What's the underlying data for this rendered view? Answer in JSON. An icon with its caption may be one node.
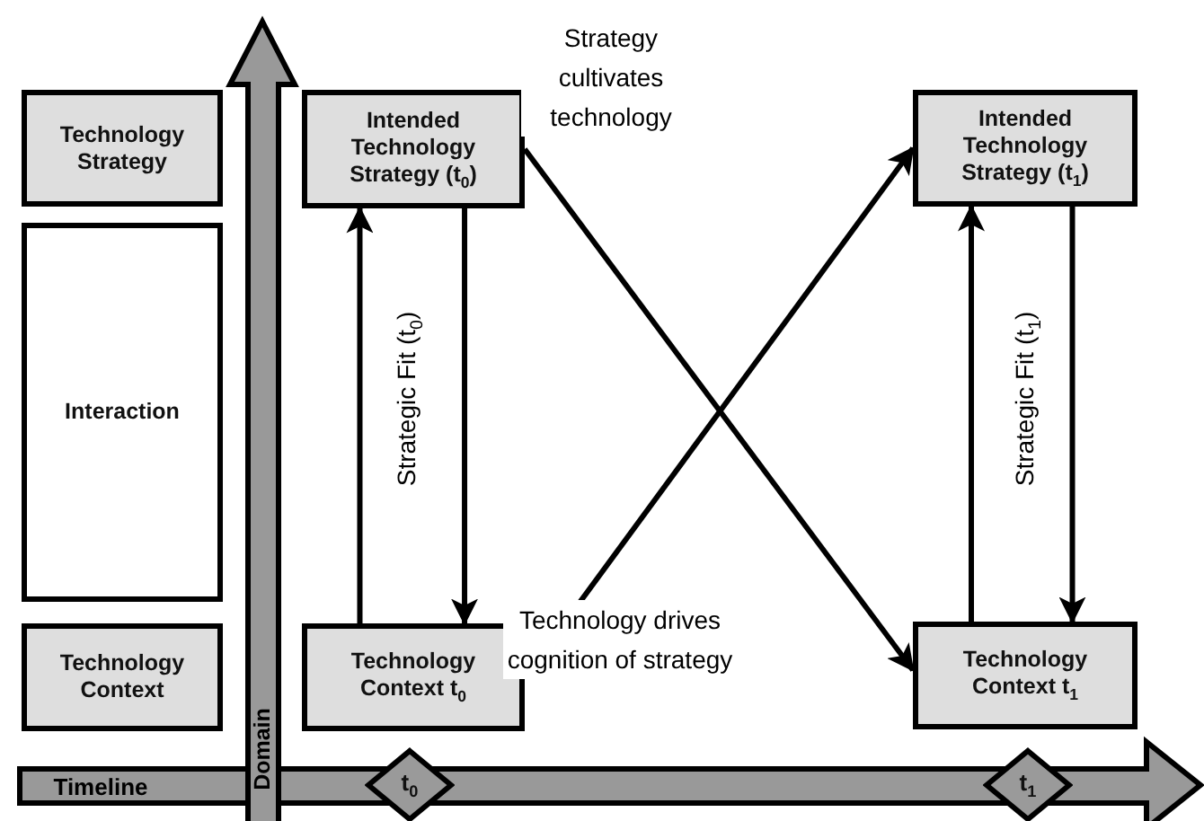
{
  "diagram": {
    "nodes": [
      {
        "text": [
          "Technology Strategy"
        ]
      },
      {
        "text": [
          "Interaction"
        ]
      },
      {
        "text": [
          "Technology Context"
        ]
      },
      {
        "text": [
          "Intended Technology Strategy (t$_{0}$)"
        ]
      },
      {
        "text": [
          "Technology Context t$_{0}$"
        ]
      },
      {
        "text": [
          "Intended Technology Strategy (t$_{1}$)"
        ]
      },
      {
        "text": [
          "Technology Context t$_{1}$"
        ]
      },
      {
        "text": [
          "t$_{0}$"
        ]
      },
      {
        "text": [
          "t$_{1}$"
        ]
      }
    ],
    "edges": [
      {
        "from": 4,
        "to": 3,
        "arrow": "to"
      },
      {
        "from": 3,
        "to": 4,
        "arrow": "to"
      },
      {
        "from": 3,
        "to": 6,
        "arrow": "to",
        "label": "Strategy cultivates technology"
      },
      {
        "from": 4,
        "to": 5,
        "arrow": "to",
        "label": "Technology drives cognition of strategy"
      },
      {
        "from": 6,
        "to": 5,
        "arrow": "to"
      },
      {
        "from": 5,
        "to": 6,
        "arrow": "to"
      }
    ],
    "labels": [
      "Domain",
      "Strategic Fit (t$_{0}$)",
      "Strategic Fit (t$_{1}$)",
      "Timeline"
    ]
  }
}
